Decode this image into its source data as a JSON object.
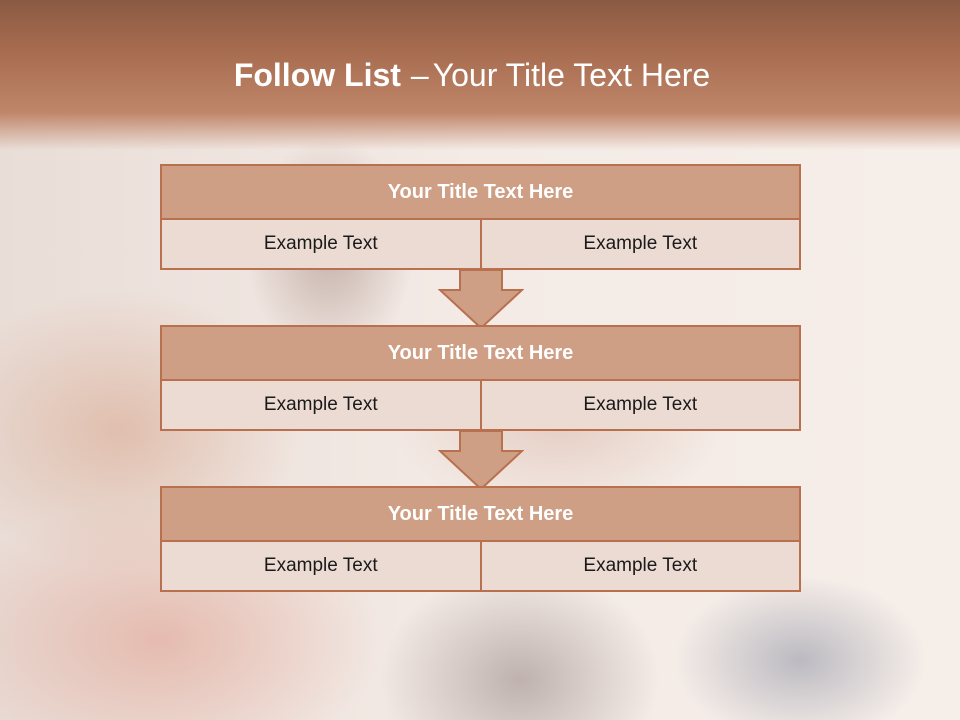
{
  "slide": {
    "title_bold": "Follow List",
    "title_sep": "–",
    "title_rest": "Your Title Text Here"
  },
  "blocks": [
    {
      "title": "Your Title Text Here",
      "cells": [
        "Example Text",
        "Example Text"
      ]
    },
    {
      "title": "Your Title Text Here",
      "cells": [
        "Example Text",
        "Example Text"
      ]
    },
    {
      "title": "Your Title Text Here",
      "cells": [
        "Example Text",
        "Example Text"
      ]
    }
  ],
  "colors": {
    "header_band": "#a86d50",
    "box_fill": "#cf9f85",
    "box_border": "#b9704f",
    "cell_fill": "#ecdbd3"
  },
  "icons": {
    "connector": "down-arrow"
  }
}
